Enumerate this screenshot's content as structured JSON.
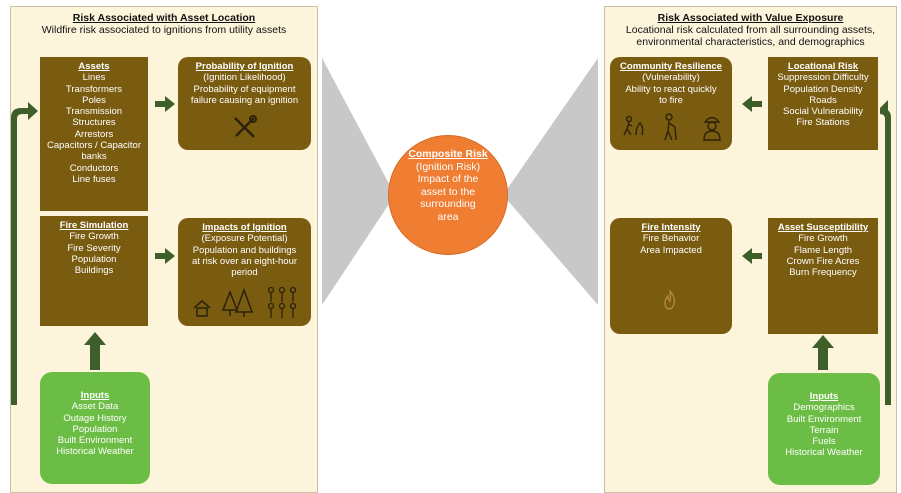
{
  "left_panel": {
    "title": "Risk Associated with Asset Location",
    "subtitle": "Wildfire risk associated to ignitions from utility assets",
    "assets": {
      "title": "Assets",
      "items": [
        "Lines",
        "Transformers",
        "Poles",
        "Transmission",
        "Structures",
        "Arrestors",
        "Capacitors / Capacitor",
        "banks",
        "Conductors",
        "Line fuses"
      ]
    },
    "probability": {
      "title": "Probability of Ignition",
      "lines": [
        "(Ignition Likelihood)",
        "Probability of equipment",
        "failure causing an ignition"
      ],
      "icon": "tools-icon"
    },
    "fire_simulation": {
      "title": "Fire Simulation",
      "items": [
        "Fire Growth",
        "Fire Severity",
        "Population",
        "Buildings"
      ]
    },
    "impacts": {
      "title": "Impacts of Ignition",
      "lines": [
        "(Exposure Potential)",
        "Population and buildings",
        "at risk over an eight-hour",
        "period"
      ],
      "icons": [
        "house-icon",
        "trees-icon",
        "people-icon"
      ]
    },
    "inputs": {
      "title": "Inputs",
      "items": [
        "Asset Data",
        "Outage History",
        "Population",
        "Built Environment",
        "Historical Weather"
      ]
    }
  },
  "composite": {
    "title": "Composite Risk",
    "lines": [
      "(Ignition Risk)",
      "Impact of the",
      "asset to the",
      "surrounding",
      "area"
    ]
  },
  "right_panel": {
    "title": "Risk Associated with Value Exposure",
    "subtitle_lines": [
      "Locational risk calculated from all surrounding assets,",
      "environmental characteristics, and demographics"
    ],
    "community": {
      "title": "Community Resilience",
      "lines": [
        "(Vulnerability)",
        "Ability to react quickly",
        "to fire"
      ],
      "icons": [
        "evacuation-icon",
        "elderly-person-icon",
        "firefighter-icon"
      ]
    },
    "locational": {
      "title": "Locational Risk",
      "items": [
        "Suppression Difficulty",
        "Population Density",
        "Roads",
        "Social Vulnerability",
        "Fire Stations"
      ]
    },
    "intensity": {
      "title": "Fire Intensity",
      "items": [
        "Fire Behavior",
        "Area Impacted"
      ],
      "icon": "flame-icon"
    },
    "susceptibility": {
      "title": "Asset Susceptibility",
      "items": [
        "Fire Growth",
        "Flame Length",
        "Crown Fire Acres",
        "Burn Frequency"
      ]
    },
    "inputs": {
      "title": "Inputs",
      "items": [
        "Demographics",
        "Built Environment",
        "Terrain",
        "Fuels",
        "Historical Weather"
      ]
    }
  },
  "colors": {
    "panel_bg": "#fdf4dc",
    "box_brown": "#7a5c10",
    "input_green": "#6cbd45",
    "arrow_green": "#3f5f2a",
    "composite_orange": "#ef7d32",
    "connector_gray": "#c7c7c7"
  }
}
